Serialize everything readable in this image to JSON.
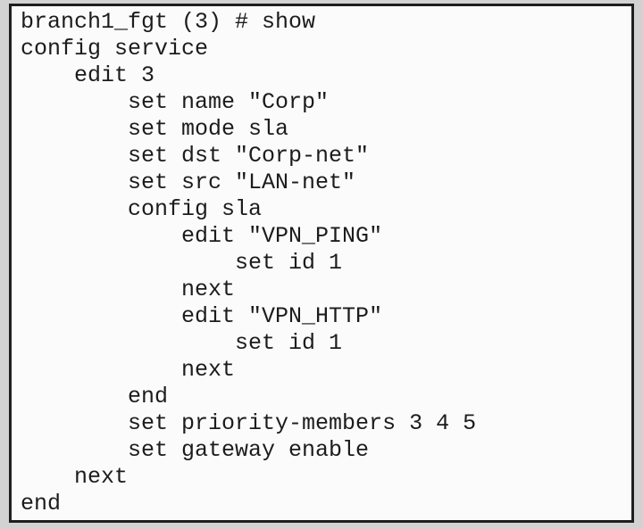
{
  "colors": {
    "page_background": "#d2d2d2",
    "panel_background": "#fbfbfb",
    "panel_border": "#1f1f1f",
    "text": "#1c1c1c"
  },
  "terminal": {
    "prompt": "branch1_fgt (3) #",
    "command": "show",
    "lines": [
      "branch1_fgt (3) # show",
      "config service",
      "    edit 3",
      "        set name \"Corp\"",
      "        set mode sla",
      "        set dst \"Corp-net\"",
      "        set src \"LAN-net\"",
      "        config sla",
      "            edit \"VPN_PING\"",
      "                set id 1",
      "            next",
      "            edit \"VPN_HTTP\"",
      "                set id 1",
      "            next",
      "        end",
      "        set priority-members 3 4 5",
      "        set gateway enable",
      "    next",
      "end"
    ]
  }
}
